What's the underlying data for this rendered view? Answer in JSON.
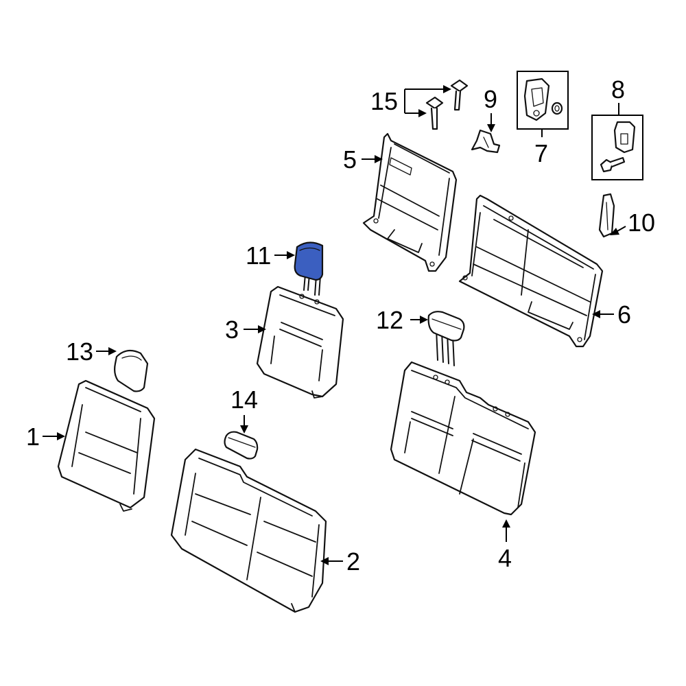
{
  "callouts": {
    "c1": "1",
    "c2": "2",
    "c3": "3",
    "c4": "4",
    "c5": "5",
    "c6": "6",
    "c7": "7",
    "c8": "8",
    "c9": "9",
    "c10": "10",
    "c11": "11",
    "c12": "12",
    "c13": "13",
    "c14": "14",
    "c15": "15"
  },
  "highlight_color": "#3b5fc0"
}
